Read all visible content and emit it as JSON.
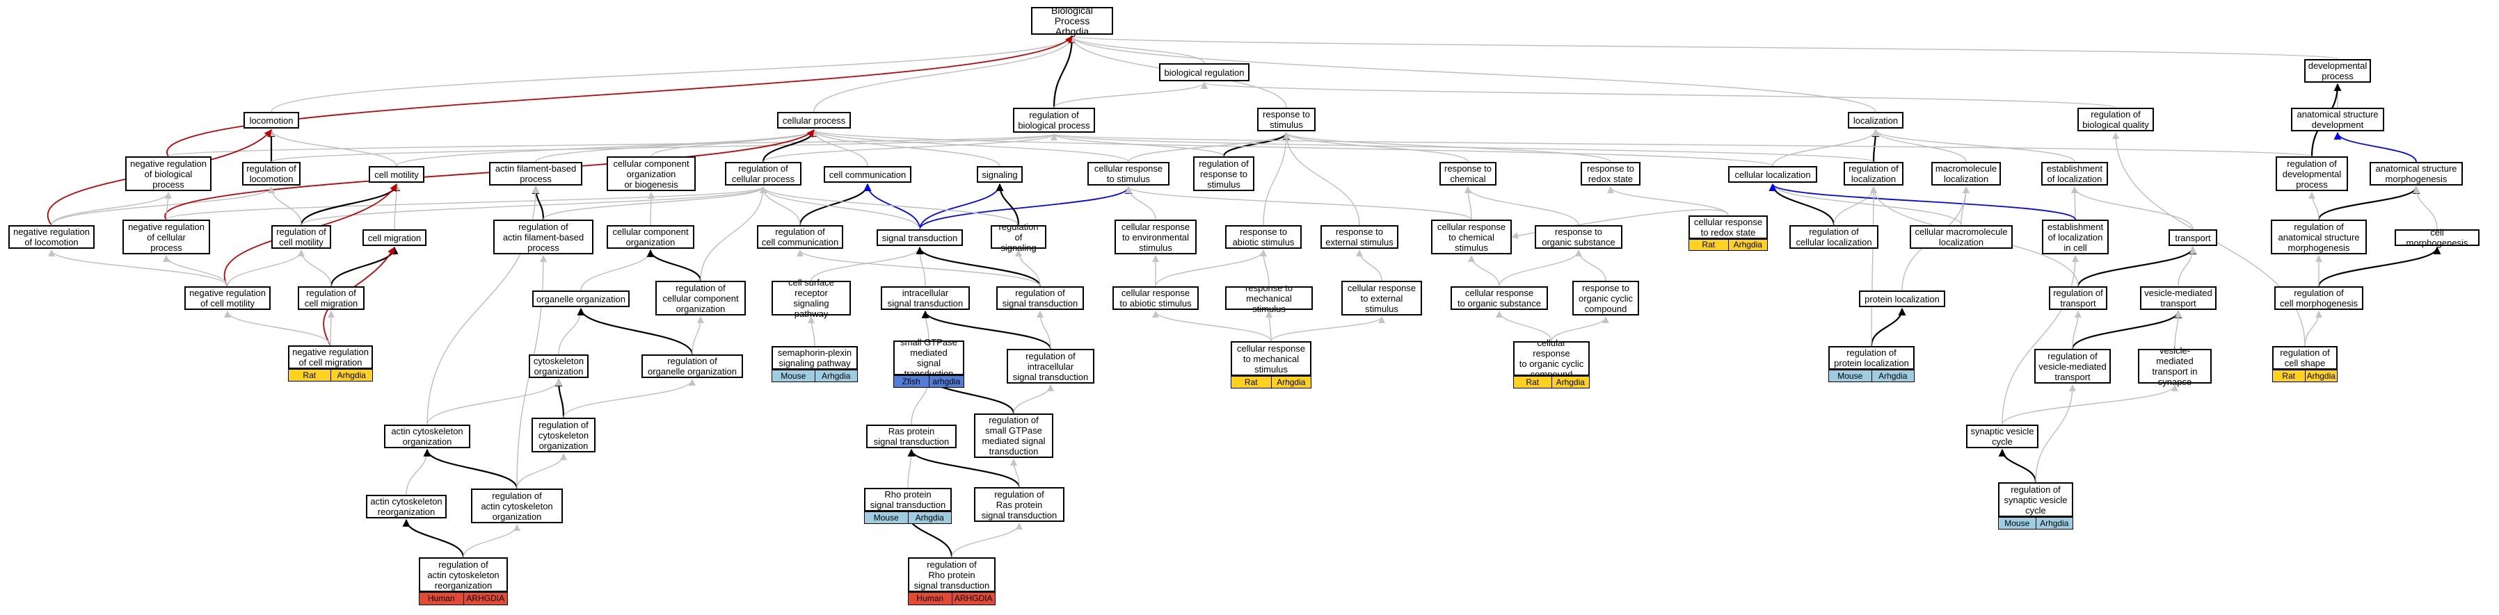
{
  "nodes": {
    "bp": "Biological Process\nArhgdia",
    "biological_regulation": "biological regulation",
    "developmental_process": "developmental\nprocess",
    "locomotion": "locomotion",
    "cellular_process": "cellular process",
    "regulation_of_biological_process": "regulation of\nbiological process",
    "response_to_stimulus": "response to\nstimulus",
    "localization": "localization",
    "regulation_of_biological_quality": "regulation of\nbiological quality",
    "anatomical_structure_development": "anatomical structure\ndevelopment",
    "negative_regulation_of_biological_process": "negative regulation\nof biological\nprocess",
    "regulation_of_locomotion": "regulation of\nlocomotion",
    "cell_motility": "cell motility",
    "actin_filament_based_process": "actin filament-based\nprocess",
    "cellular_component_organization_or_biogenesis": "cellular component\norganization\nor biogenesis",
    "regulation_of_cellular_process": "regulation of\ncellular process",
    "cell_communication": "cell communication",
    "signaling": "signaling",
    "cellular_response_to_stimulus": "cellular response\nto stimulus",
    "regulation_of_response_to_stimulus": "regulation of\nresponse to\nstimulus",
    "response_to_chemical": "response to\nchemical",
    "response_to_redox_state": "response to\nredox state",
    "cellular_localization": "cellular localization",
    "regulation_of_localization": "regulation of\nlocalization",
    "macromolecule_localization": "macromolecule\nlocalization",
    "establishment_of_localization": "establishment\nof localization",
    "regulation_of_developmental_process": "regulation of\ndevelopmental\nprocess",
    "anatomical_structure_morphogenesis": "anatomical structure\nmorphogenesis",
    "negative_regulation_of_locomotion": "negative regulation\nof locomotion",
    "negative_regulation_of_cellular_process": "negative regulation\nof cellular\nprocess",
    "regulation_of_cell_motility": "regulation of\ncell motility",
    "cell_migration": "cell migration",
    "regulation_of_actin_filament_based_process": "regulation of\nactin filament-based\nprocess",
    "cellular_component_organization": "cellular component\norganization",
    "regulation_of_cell_communication": "regulation of\ncell communication",
    "signal_transduction": "signal transduction",
    "regulation_of_signaling": "regulation of\nsignaling",
    "cellular_response_to_environmental_stimulus": "cellular response\nto environmental\nstimulus",
    "response_to_abiotic_stimulus": "response to\nabiotic stimulus",
    "response_to_external_stimulus": "response to\nexternal stimulus",
    "cellular_response_to_chemical_stimulus": "cellular response\nto chemical\nstimulus",
    "response_to_organic_substance": "response to organic substance",
    "cellular_response_to_redox_state": "cellular response\nto redox state",
    "regulation_of_cellular_localization": "regulation of\ncellular localization",
    "cellular_macromolecule_localization": "cellular macromolecule\nlocalization",
    "establishment_of_localization_in_cell": "establishment\nof localization\nin cell",
    "transport": "transport",
    "regulation_of_anatomical_structure_morphogenesis": "regulation of\nanatomical structure\nmorphogenesis",
    "cell_morphogenesis": "cell morphogenesis",
    "negative_regulation_of_cell_motility": "negative regulation\nof cell motility",
    "regulation_of_cell_migration": "regulation of\ncell migration",
    "organelle_organization": "organelle organization",
    "regulation_of_cellular_component_organization": "regulation of\ncellular component\norganization",
    "cell_surface_receptor_signaling_pathway": "cell surface\nreceptor signaling\npathway",
    "intracellular_signal_transduction": "intracellular\nsignal transduction",
    "regulation_of_signal_transduction": "regulation of\nsignal transduction",
    "cellular_response_to_abiotic_stimulus": "cellular response\nto abiotic stimulus",
    "response_to_mechanical_stimulus": "response to\nmechanical stimulus",
    "cellular_response_to_external_stimulus": "cellular response\nto external\nstimulus",
    "cellular_response_to_organic_substance": "cellular response\nto organic substance",
    "response_to_organic_cyclic_compound": "response to\norganic cyclic\ncompound",
    "protein_localization": "protein localization",
    "regulation_of_transport": "regulation of\ntransport",
    "vesicle_mediated_transport": "vesicle-mediated\ntransport",
    "regulation_of_cell_morphogenesis": "regulation of\ncell morphogenesis",
    "negative_regulation_of_cell_migration": "negative regulation\nof cell migration",
    "cytoskeleton_organization": "cytoskeleton\norganization",
    "regulation_of_organelle_organization": "regulation of\norganelle organization",
    "semaphorin_plexin_signaling_pathway": "semaphorin-plexin\nsignaling pathway",
    "small_gtpase_mediated_signal_transduction": "small GTPase\nmediated signal\ntransduction",
    "regulation_of_intracellular_signal_transduction": "regulation of\nintracellular\nsignal transduction",
    "cellular_response_to_mechanical_stimulus": "cellular response\nto mechanical\nstimulus",
    "cellular_response_to_organic_cyclic_compound": "cellular response\nto organic cyclic\ncompound",
    "regulation_of_protein_localization": "regulation of\nprotein localization",
    "regulation_of_vesicle_mediated_transport": "regulation of\nvesicle-mediated\ntransport",
    "vesicle_mediated_transport_in_synapse": "vesicle-mediated\ntransport in\nsynapse",
    "regulation_of_cell_shape": "regulation of\ncell shape",
    "regulation_of_cytoskeleton_organization": "regulation of\ncytoskeleton\norganization",
    "regulation_of_small_gtpase_mediated_signal_transduction": "regulation of\nsmall GTPase\nmediated signal\ntransduction",
    "actin_cytoskeleton_organization": "actin cytoskeleton\norganization",
    "ras_protein_signal_transduction": "Ras protein\nsignal transduction",
    "synaptic_vesicle_cycle": "synaptic vesicle\ncycle",
    "rho_protein_signal_transduction": "Rho protein\nsignal transduction",
    "regulation_of_ras_protein_signal_transduction": "regulation of\nRas protein\nsignal transduction",
    "actin_cytoskeleton_reorganization": "actin cytoskeleton\nreorganization",
    "regulation_of_actin_cytoskeleton_organization": "regulation of\nactin cytoskeleton\norganization",
    "regulation_of_synaptic_vesicle_cycle": "regulation of\nsynaptic vesicle\ncycle",
    "regulation_of_actin_cytoskeleton_reorganization": "regulation of\nactin cytoskeleton\nreorganization",
    "regulation_of_rho_protein_signal_transduction": "regulation of\nRho protein\nsignal transduction"
  },
  "annotations": {
    "neg_reg_cell_migration": [
      "Rat",
      "Arhgdia"
    ],
    "semaphorin": [
      "Mouse",
      "Arhgdia"
    ],
    "small_gtpase": [
      "Zfish",
      "arhgdia"
    ],
    "cellular_response_mechanical": [
      "Rat",
      "Arhgdia"
    ],
    "cellular_response_redox": [
      "Rat",
      "Arhgdia"
    ],
    "cellular_response_organic_cyclic": [
      "Rat",
      "Arhgdia"
    ],
    "regulation_protein_localization": [
      "Mouse",
      "Arhgdia"
    ],
    "regulation_cell_shape": [
      "Rat",
      "Arhgdia"
    ],
    "rho_protein": [
      "Mouse",
      "Arhgdia"
    ],
    "regulation_synaptic_vesicle_cycle": [
      "Mouse",
      "Arhgdia"
    ],
    "regulation_actin_reorganization": [
      "Human",
      "ARHGDIA"
    ],
    "regulation_rho_protein": [
      "Human",
      "ARHGDIA"
    ]
  },
  "colors": {
    "is_a_edge": "#bdbdbd",
    "part_of_edge": "#000000",
    "positive_regulation_edge": "#0000ff",
    "negative_regulation_edge": "#c00000",
    "rat": "#ffd21f",
    "mouse": "#9ccde0",
    "zfish": "#4f7fd8",
    "human": "#e24a33"
  }
}
